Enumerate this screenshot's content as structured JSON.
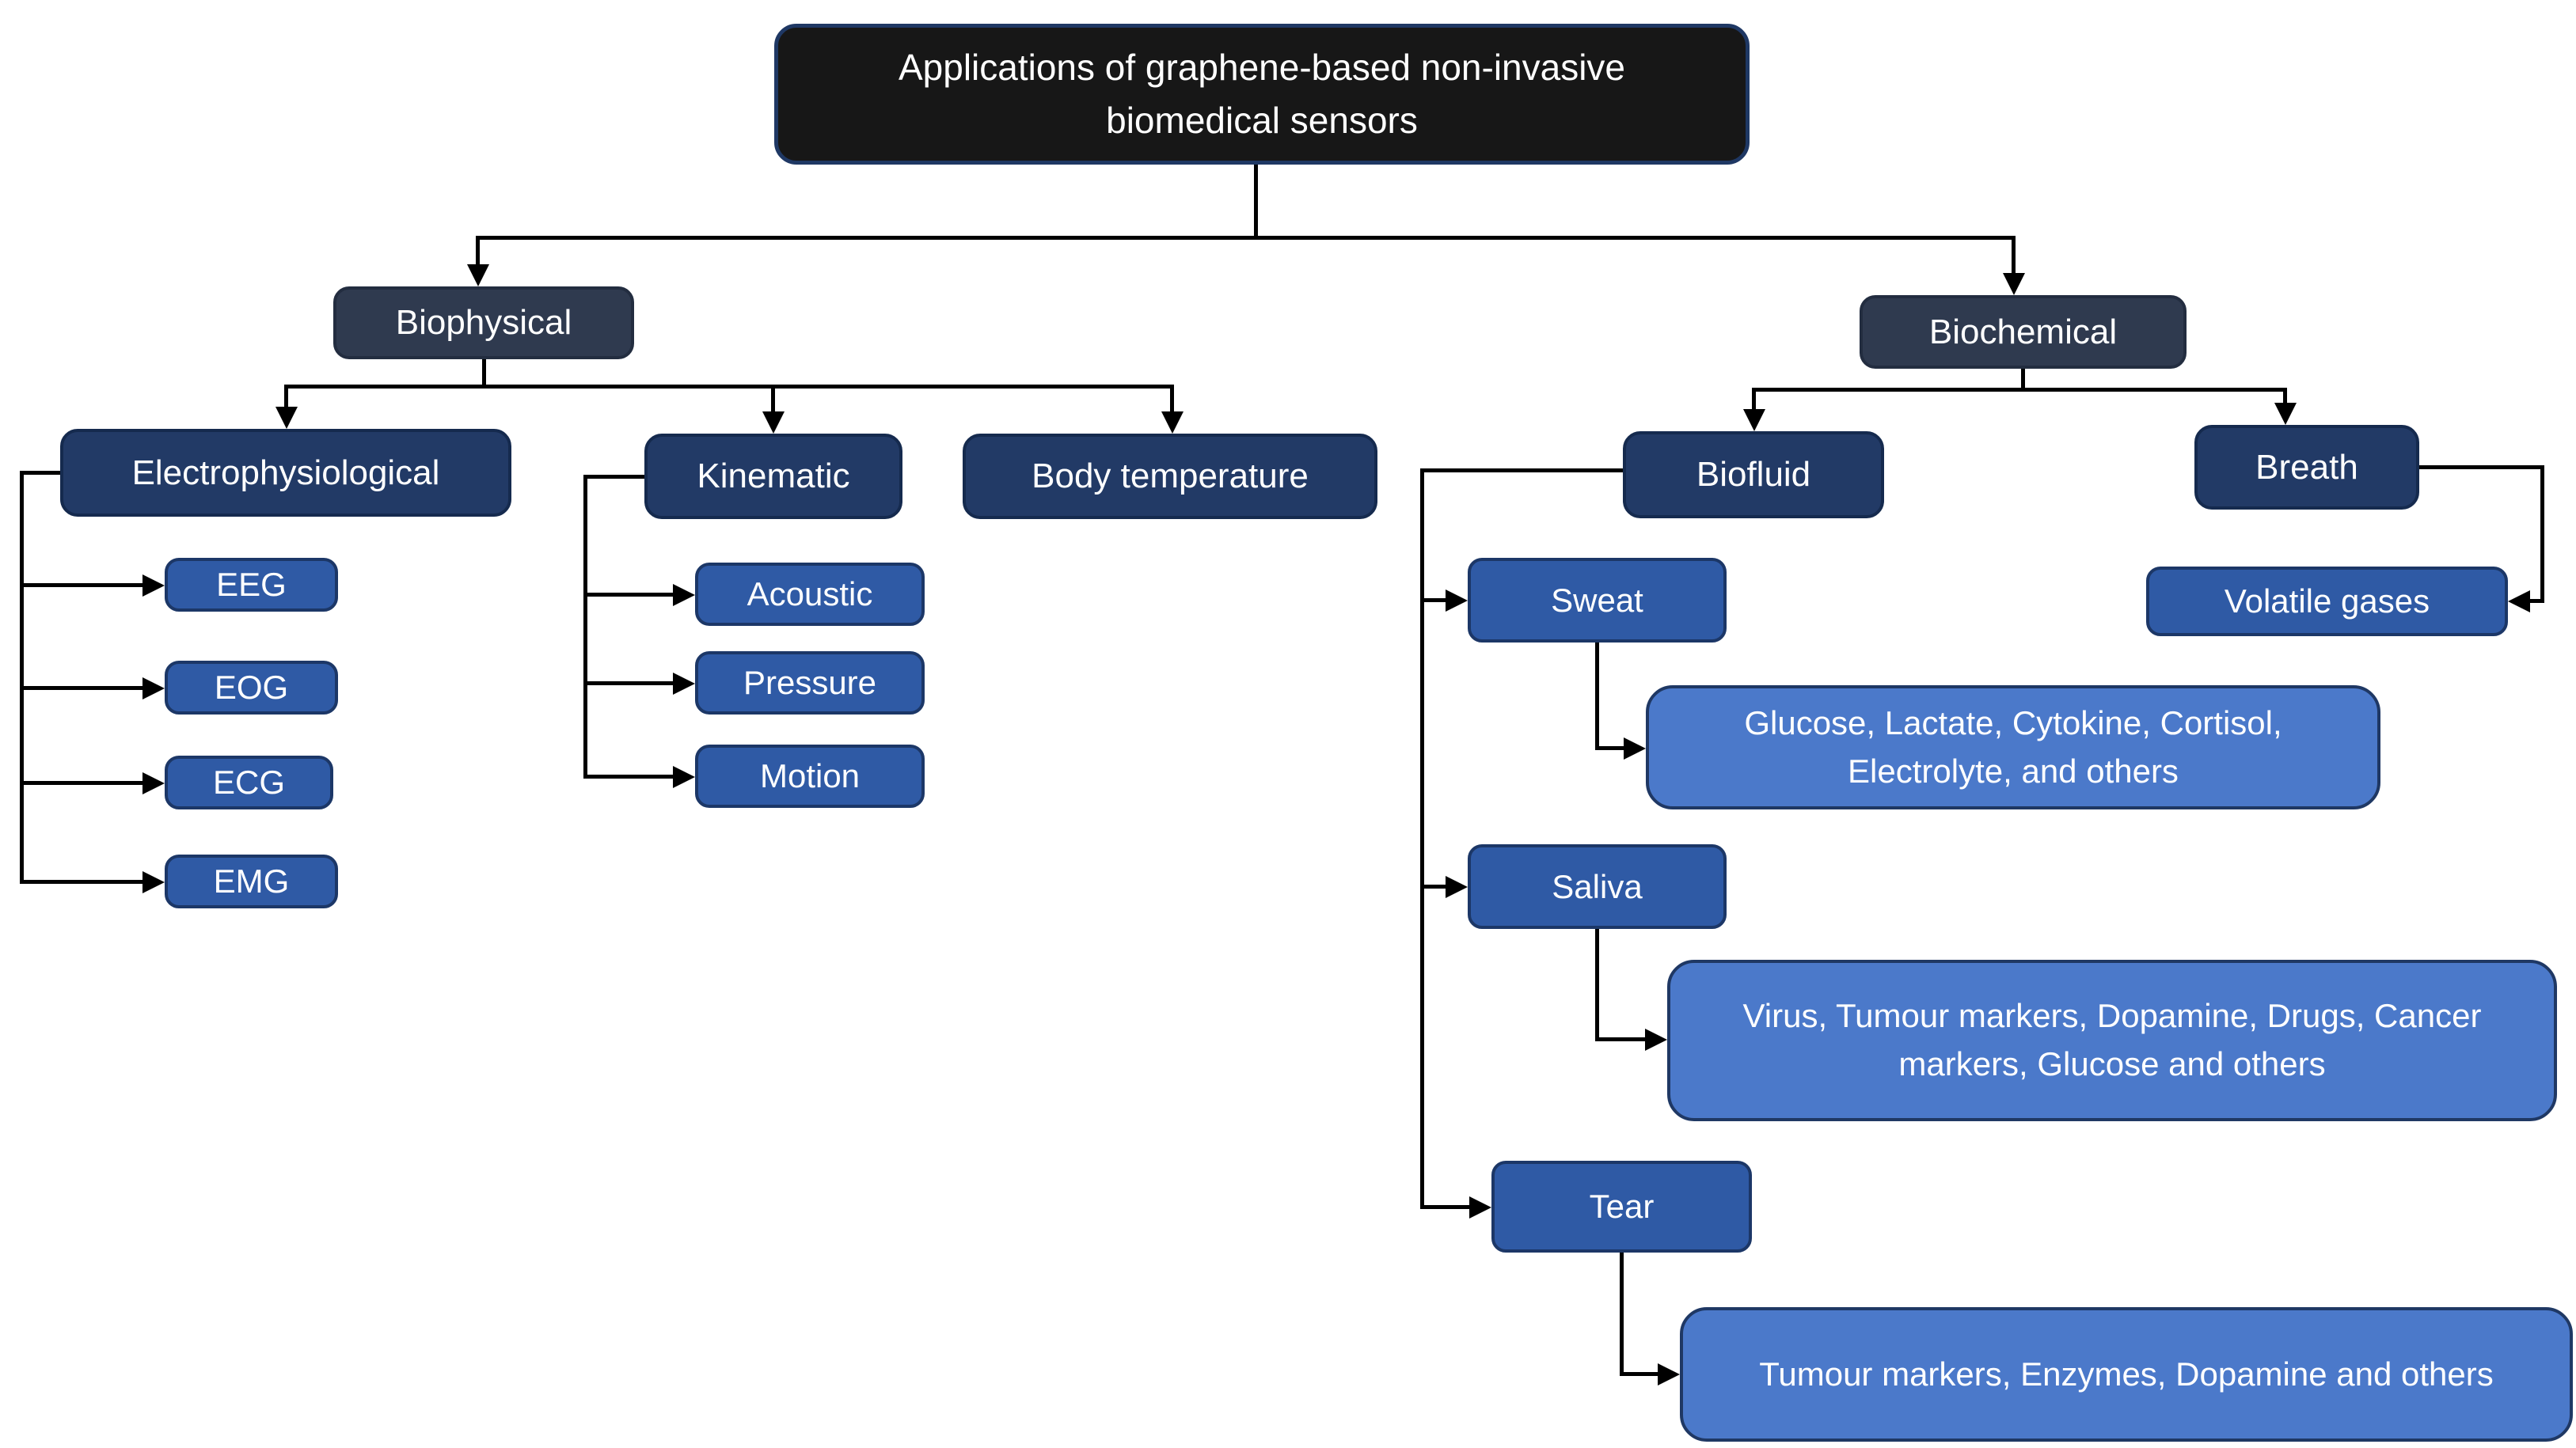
{
  "figure": {
    "type": "flowchart",
    "title": "Applications of graphene-based non-invasive biomedical sensors"
  },
  "nodes": {
    "root": {
      "label": "Applications of graphene-based non-invasive biomedical sensors"
    },
    "biophysical": {
      "label": "Biophysical"
    },
    "biochemical": {
      "label": "Biochemical"
    },
    "electrophysiological": {
      "label": "Electrophysiological"
    },
    "kinematic": {
      "label": "Kinematic"
    },
    "body_temperature": {
      "label": "Body temperature"
    },
    "eeg": {
      "label": "EEG"
    },
    "eog": {
      "label": "EOG"
    },
    "ecg": {
      "label": "ECG"
    },
    "emg": {
      "label": "EMG"
    },
    "acoustic": {
      "label": "Acoustic"
    },
    "pressure": {
      "label": "Pressure"
    },
    "motion": {
      "label": "Motion"
    },
    "biofluid": {
      "label": "Biofluid"
    },
    "breath": {
      "label": "Breath"
    },
    "volatile_gases": {
      "label": "Volatile gases"
    },
    "sweat": {
      "label": "Sweat"
    },
    "saliva": {
      "label": "Saliva"
    },
    "tear": {
      "label": "Tear"
    },
    "sweat_analytes": {
      "label": "Glucose, Lactate, Cytokine, Cortisol, Electrolyte, and others"
    },
    "saliva_analytes": {
      "label": "Virus, Tumour markers, Dopamine, Drugs, Cancer markers, Glucose and others"
    },
    "tear_analytes": {
      "label": "Tumour markers, Enzymes, Dopamine and others"
    }
  },
  "hierarchy": {
    "root": [
      "biophysical",
      "biochemical"
    ],
    "biophysical": [
      "electrophysiological",
      "kinematic",
      "body_temperature"
    ],
    "electrophysiological": [
      "eeg",
      "eog",
      "ecg",
      "emg"
    ],
    "kinematic": [
      "acoustic",
      "pressure",
      "motion"
    ],
    "biochemical": [
      "biofluid",
      "breath"
    ],
    "biofluid": [
      "sweat",
      "saliva",
      "tear"
    ],
    "breath": [
      "volatile_gases"
    ],
    "sweat": [
      "sweat_analytes"
    ],
    "saliva": [
      "saliva_analytes"
    ],
    "tear": [
      "tear_analytes"
    ]
  },
  "colors": {
    "background": "#ffffff",
    "title_fill": "#171717",
    "category_fill": "#2f3a4f",
    "subcategory_fill": "#223a66",
    "leaf_fill": "#2f5aa5",
    "analyte_fill": "#4b79ca",
    "border_navy": "#1f3864",
    "connector": "#000000",
    "text": "#ffffff"
  }
}
